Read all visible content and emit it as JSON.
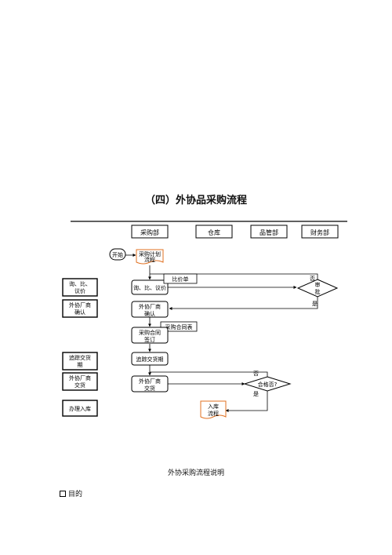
{
  "document": {
    "title": "（四）外协品采购流程",
    "caption": "外协采购流程说明",
    "section_heading": "目的"
  },
  "departments": [
    "采购部",
    "仓库",
    "品管部",
    "财务部"
  ],
  "left_steps": [
    [
      "询、比、",
      "议价"
    ],
    [
      "外协厂商",
      "确认"
    ],
    [
      "追踪交货",
      "期"
    ],
    [
      "外协厂商",
      "交货"
    ],
    [
      "办理入库"
    ]
  ],
  "flow": {
    "start": "开始",
    "plan": [
      "采购计划",
      "流程"
    ],
    "inquire": "询、比、议价",
    "compare_sheet": "比价单",
    "confirm": [
      "外协厂商",
      "确认"
    ],
    "contract_doc": "采购合同表",
    "contract": [
      "采购合同",
      "签订"
    ],
    "track": "追踪交货期",
    "deliver": [
      "外协厂商",
      "交货"
    ],
    "approve": [
      "审",
      "批"
    ],
    "approve_no": "否",
    "approve_yes": "是",
    "qc": "合格否?",
    "qc_no": "否",
    "qc_yes": "是",
    "warehouse": [
      "入库",
      "流程"
    ]
  },
  "colors": {
    "line": "#000000",
    "accent": "#e07020"
  }
}
